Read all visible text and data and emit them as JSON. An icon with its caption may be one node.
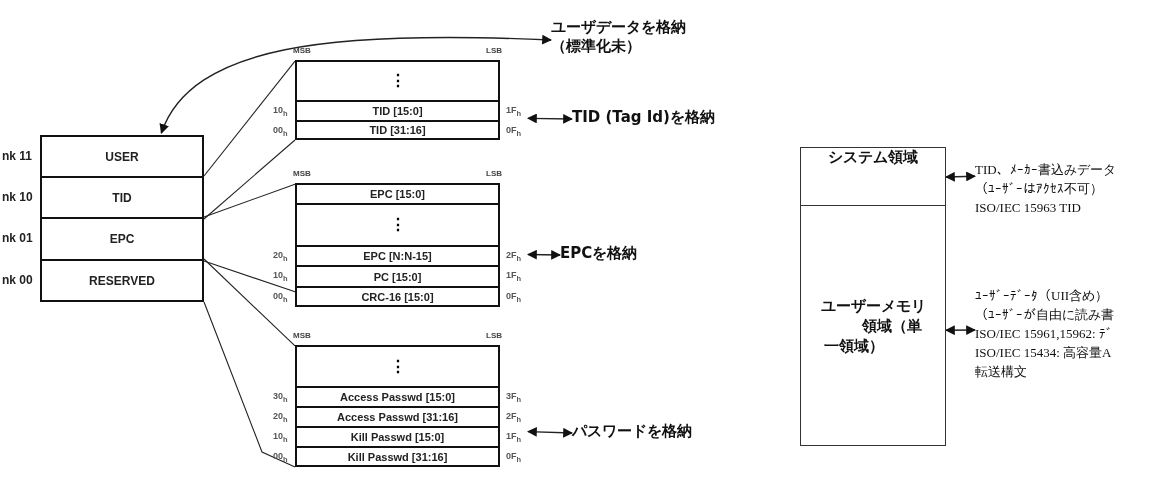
{
  "diagram": {
    "nodes": [
      {
        "text": [
          "USER"
        ],
        "beside": [
          "nk 11"
        ]
      },
      {
        "text": [
          "TID"
        ],
        "beside": [
          "nk 10"
        ]
      },
      {
        "text": [
          "EPC"
        ],
        "beside": [
          "nk 01"
        ]
      },
      {
        "text": [
          "RESERVED"
        ],
        "beside": [
          "nk 00"
        ]
      },
      {
        "text": [
          "MSB",
          "LSB"
        ]
      },
      {
        "text": [
          "⋮"
        ],
        "in": 4
      },
      {
        "text": [
          "TID [15:0]"
        ],
        "in": 4,
        "beside": [
          "10$_{h}$",
          "1F$_{h}$"
        ]
      },
      {
        "text": [
          "TID [31:16]"
        ],
        "in": 4,
        "beside": [
          "00$_{h}$",
          "0F$_{h}$"
        ]
      },
      {
        "text": [
          "MSB",
          "LSB"
        ]
      },
      {
        "text": [
          "EPC [15:0]"
        ],
        "in": 8
      },
      {
        "text": [
          "⋮"
        ],
        "in": 8
      },
      {
        "text": [
          "EPC [N:N-15]"
        ],
        "in": 8,
        "beside": [
          "20$_{h}$",
          "2F$_{h}$"
        ]
      },
      {
        "text": [
          "PC [15:0]"
        ],
        "in": 8,
        "beside": [
          "10$_{h}$",
          "1F$_{h}$"
        ]
      },
      {
        "text": [
          "CRC-16 [15:0]"
        ],
        "in": 8,
        "beside": [
          "00$_{h}$",
          "0F$_{h}$"
        ]
      },
      {
        "text": [
          "MSB",
          "LSB"
        ]
      },
      {
        "text": [
          "⋮"
        ],
        "in": 14
      },
      {
        "text": [
          "Access Passwd [15:0]"
        ],
        "in": 14,
        "beside": [
          "30$_{h}$",
          "3F$_{h}$"
        ]
      },
      {
        "text": [
          "Access Passwd [31:16]"
        ],
        "in": 14,
        "beside": [
          "20$_{h}$",
          "2F$_{h}$"
        ]
      },
      {
        "text": [
          "Kill Passwd [15:0]"
        ],
        "in": 14,
        "beside": [
          "10$_{h}$",
          "1F$_{h}$"
        ]
      },
      {
        "text": [
          "Kill Passwd [31:16]"
        ],
        "in": 14,
        "beside": [
          "00$_{h}$",
          "0F$_{h}$"
        ]
      },
      {
        "text": [
          "ユーザデータを格納（標準化未）"
        ]
      },
      {
        "text": [
          "TID (Tag Id)を格納"
        ]
      },
      {
        "text": [
          "EPCを格納"
        ]
      },
      {
        "text": [
          "パスワードを格納"
        ]
      },
      {
        "text": [
          "システム領域"
        ]
      },
      {
        "text": [
          "ユーザーメモリ領域（単一領域）"
        ]
      },
      {
        "text": [
          "TID、ﾒｰｶｰ書込みデータ",
          "（ﾕｰｻﾞｰはｱｸｾｽ不可）",
          "ISO/IEC 15963 TID"
        ]
      },
      {
        "text": [
          "ﾕｰｻﾞｰﾃﾞｰﾀ（UII含め）",
          "（ﾕｰｻﾞｰが自由に読み書",
          "ISO/IEC 15961,15962: ﾃﾞ",
          "ISO/IEC 15434: 高容量A",
          "転送構文"
        ]
      }
    ],
    "edges": [
      {
        "from": 20,
        "to": 0,
        "arrow": "both"
      },
      {
        "from": 1,
        "to": 4,
        "arrow": "none"
      },
      {
        "from": 1,
        "to": 4,
        "arrow": "none"
      },
      {
        "from": 2,
        "to": 8,
        "arrow": "none"
      },
      {
        "from": 2,
        "to": 8,
        "arrow": "none"
      },
      {
        "from": 3,
        "to": 14,
        "arrow": "none"
      },
      {
        "from": 3,
        "to": 14,
        "arrow": "none"
      },
      {
        "from": 4,
        "to": 21,
        "arrow": "both"
      },
      {
        "from": 8,
        "to": 22,
        "arrow": "both"
      },
      {
        "from": 14,
        "to": 23,
        "arrow": "both"
      },
      {
        "from": 24,
        "to": 26,
        "arrow": "both"
      },
      {
        "from": 25,
        "to": 27,
        "arrow": "both"
      }
    ]
  }
}
